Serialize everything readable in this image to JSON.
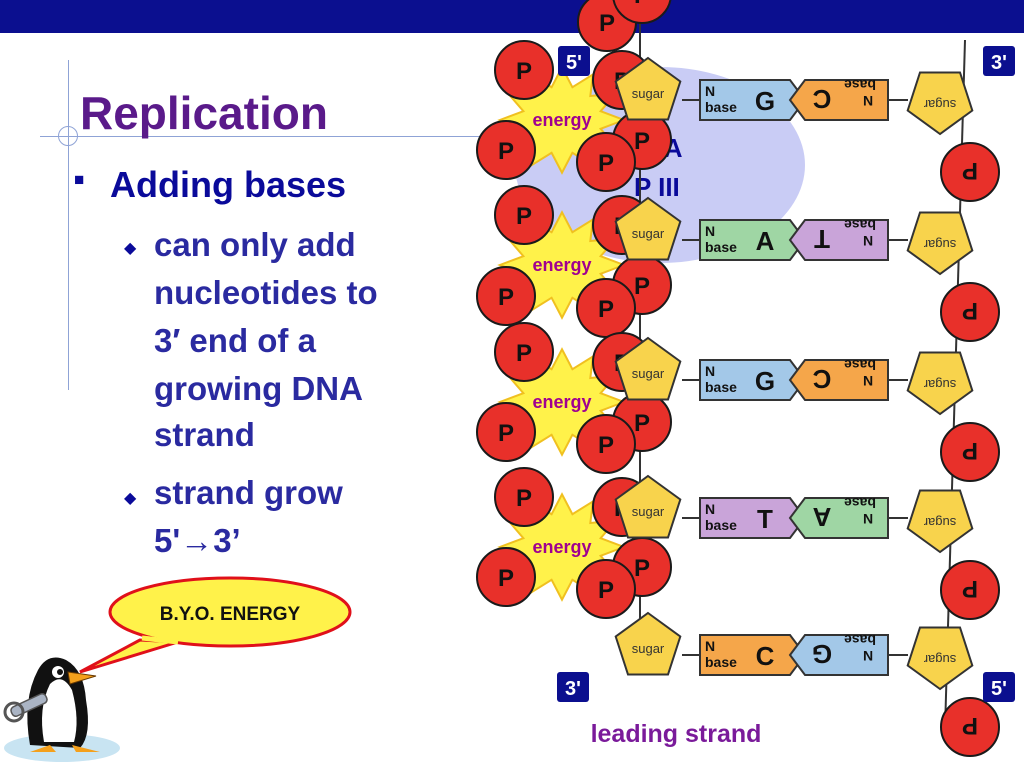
{
  "slide": {
    "title": "Replication",
    "bullet": "Adding bases",
    "sub1_lines": [
      "can only add",
      "nucleotides to",
      "3′ end of a",
      "growing DNA",
      "strand"
    ],
    "sub2_lines": [
      "strand grow",
      "5'→3’"
    ],
    "speech_bubble": "B.Y.O. ENERGY"
  },
  "diagram": {
    "polymerase_label_lines": [
      "NA",
      "P III"
    ],
    "phosphate_label": "P",
    "energy_label": "energy",
    "sugar_label": "sugar",
    "n_label": "N",
    "base_label": "base",
    "prime_5": "5'",
    "prime_3": "3'",
    "strand_label": "leading strand",
    "pairs": [
      {
        "new_base": "G",
        "template_base": "C"
      },
      {
        "new_base": "A",
        "template_base": "T"
      },
      {
        "new_base": "G",
        "template_base": "C"
      },
      {
        "new_base": "T",
        "template_base": "A"
      },
      {
        "new_base": "C",
        "template_base": "G"
      }
    ],
    "base_colors": {
      "A": "#9fd6a4",
      "T": "#c9a4d9",
      "G": "#a3c8e8",
      "C": "#f5a64a"
    },
    "colors": {
      "phosphate": "#e8302a",
      "sugar": "#f8d34c",
      "energy": "#fff24a",
      "polymerase": "#c9ccf5",
      "end_box": "#0b0f8f"
    }
  }
}
